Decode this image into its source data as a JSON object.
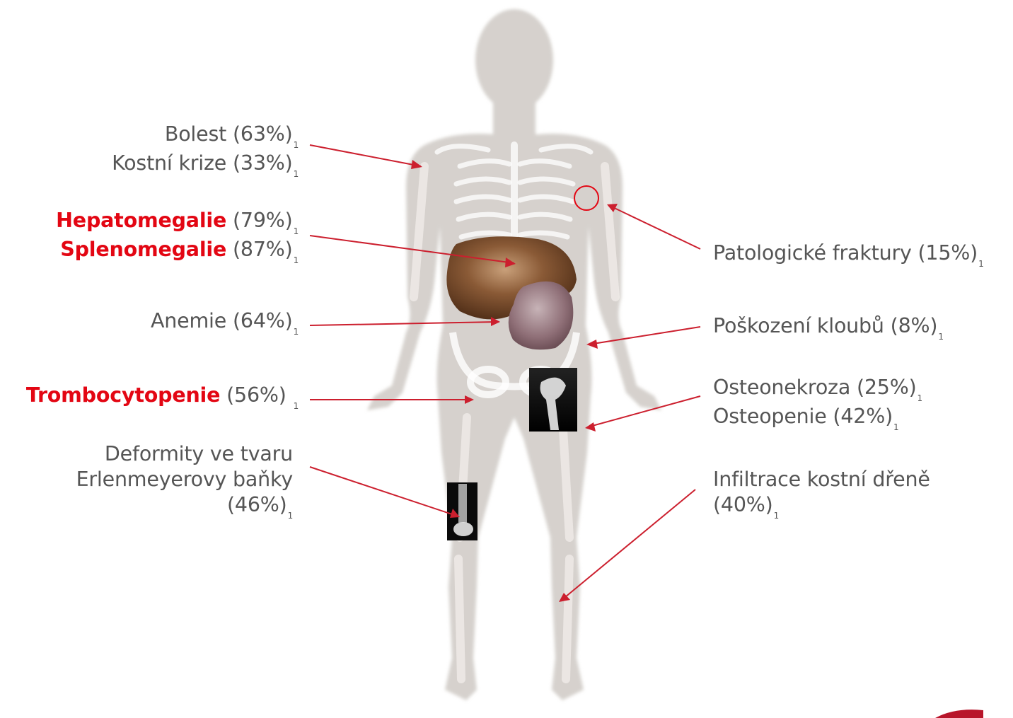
{
  "colors": {
    "accent": "#e30613",
    "text": "#555555",
    "body_silhouette": "#d4cfcb"
  },
  "footnote_marker": "1",
  "labels": {
    "pain": "Bolest (63%)",
    "bone_crisis": "Kostní krize (33%)",
    "hepatomegaly_name": "Hepatomegalie",
    "hepatomegaly_value": "(79%)",
    "splenomegaly_name": "Splenomegalie",
    "splenomegaly_value": "(87%)",
    "anemia": "Anemie (64%)",
    "thrombocytopenia_name": "Trombocytopenie",
    "thrombocytopenia_value": "(56%) ",
    "erlenmeyer_line1": "Deformity ve tvaru",
    "erlenmeyer_line2": "Erlenmeyerovy baňky",
    "erlenmeyer_line3": "(46%)",
    "pathologic_fractures": "Patologické fraktury (15%)",
    "joint_damage": "Poškození kloubů (8%)",
    "osteonecrosis": "Osteonekroza (25%)",
    "osteopenia": "Osteopenie (42%)",
    "marrow_line1": "Infiltrace kostní dřeně",
    "marrow_line2": "(40%)"
  }
}
